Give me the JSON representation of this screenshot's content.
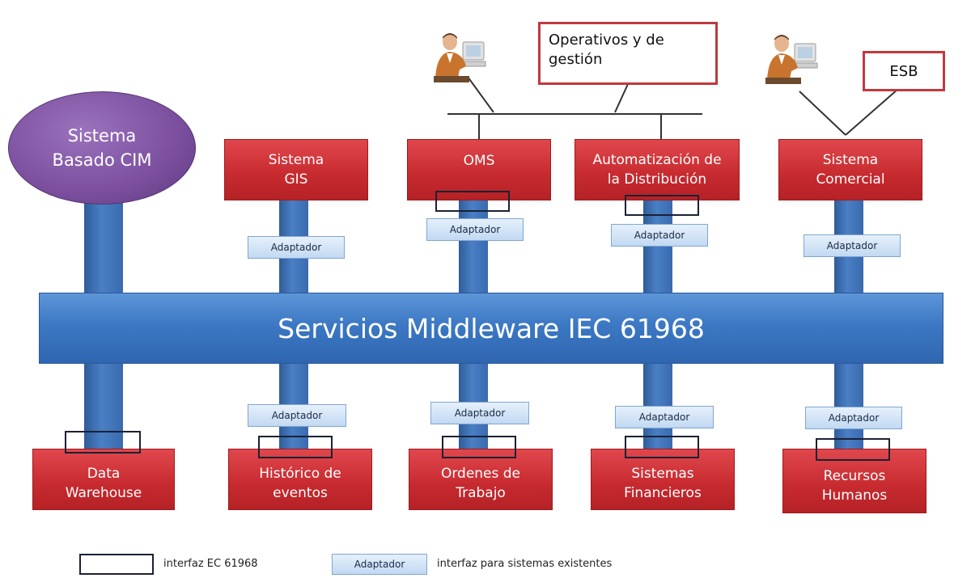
{
  "cim_system": {
    "line1": "Sistema",
    "line2": "Basado CIM"
  },
  "middleware": {
    "label": "Servicios Middleware IEC 61968"
  },
  "operations_box": {
    "line1": "Operativos y de",
    "line2": "gestión"
  },
  "esb_box": {
    "label": "ESB"
  },
  "top_systems": [
    {
      "line1": "Sistema",
      "line2": "GIS"
    },
    {
      "line1": "OMS",
      "line2": ""
    },
    {
      "line1": "Automatización de",
      "line2": "la Distribución"
    },
    {
      "line1": "Sistema",
      "line2": "Comercial"
    }
  ],
  "bottom_systems": [
    {
      "line1": "Data",
      "line2": "Warehouse"
    },
    {
      "line1": "Histórico de",
      "line2": "eventos"
    },
    {
      "line1": "Ordenes de",
      "line2": "Trabajo"
    },
    {
      "line1": "Sistemas",
      "line2": "Financieros"
    },
    {
      "line1": "Recursos",
      "line2": "Humanos"
    }
  ],
  "adapter_label": "Adaptador",
  "legend": {
    "interface_text": "interfaz EC 61968",
    "adapter_sample": "Adaptador",
    "adapter_text": "interfaz para sistemas existentes"
  },
  "icons": [
    "user-at-computer-icon",
    "user-at-computer-icon"
  ],
  "colors": {
    "system_red": "#c62a2f",
    "bus_blue": "#3c78c4",
    "cim_purple": "#7b4f9e",
    "adapter_fill": "#d3e4f6",
    "note_border": "#c0393f"
  }
}
